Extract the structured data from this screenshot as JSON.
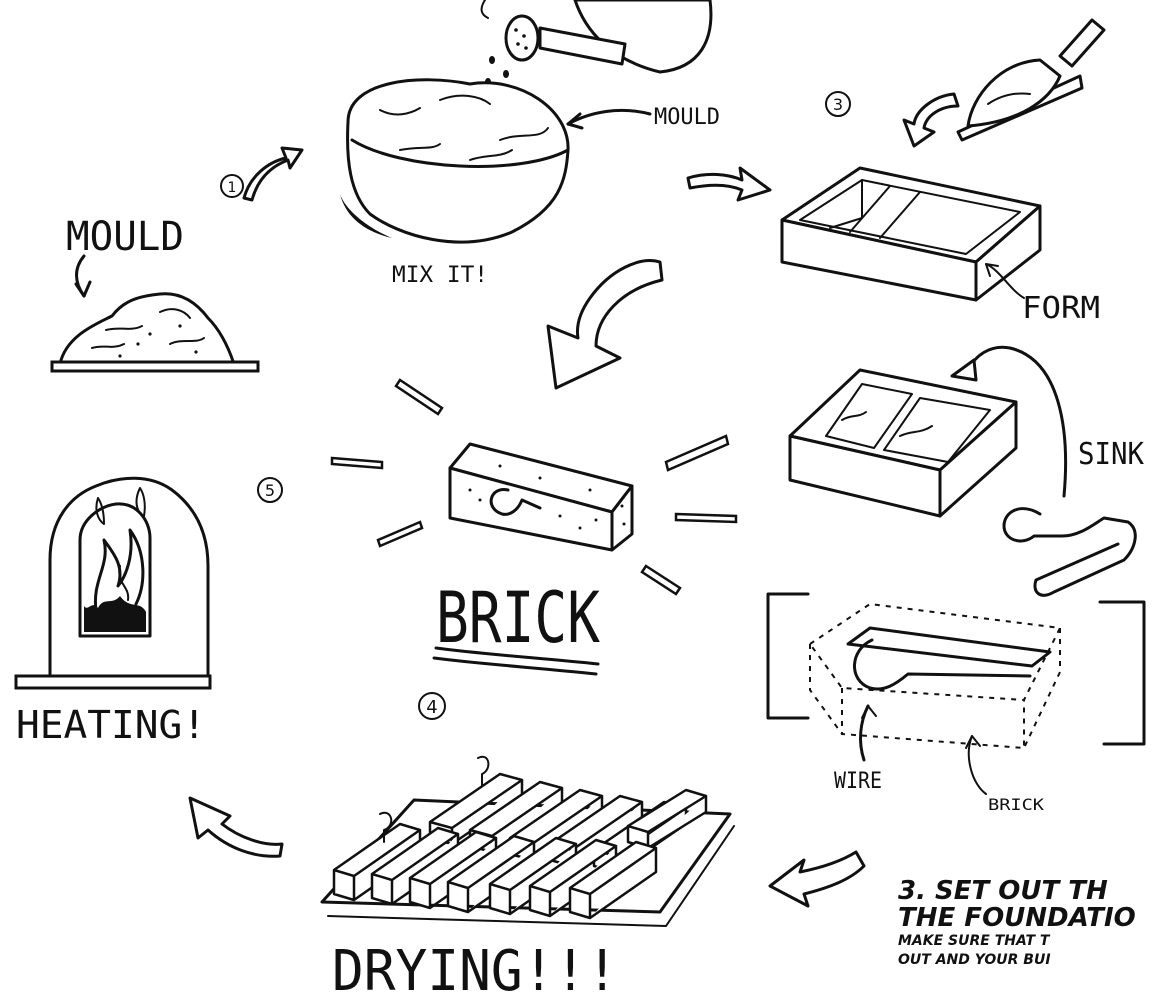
{
  "steps": {
    "step1": "1",
    "step3": "3",
    "step4": "4",
    "step5": "5"
  },
  "labels": {
    "mould_left": "MOULD",
    "mould_top": "MOULD",
    "mix": "MIX IT!",
    "form": "FORM",
    "sink": "SINK",
    "wire": "WIRE",
    "brick_small": "BRICK",
    "brick_center": "BRICK",
    "heating": "HEATING!",
    "drying": "DRYING!!!"
  },
  "caption": {
    "line1": "3. SET OUT TH",
    "line2": "THE FOUNDATIO",
    "line3": "MAKE SURE THAT T",
    "line4": "OUT AND YOUR BUI"
  }
}
